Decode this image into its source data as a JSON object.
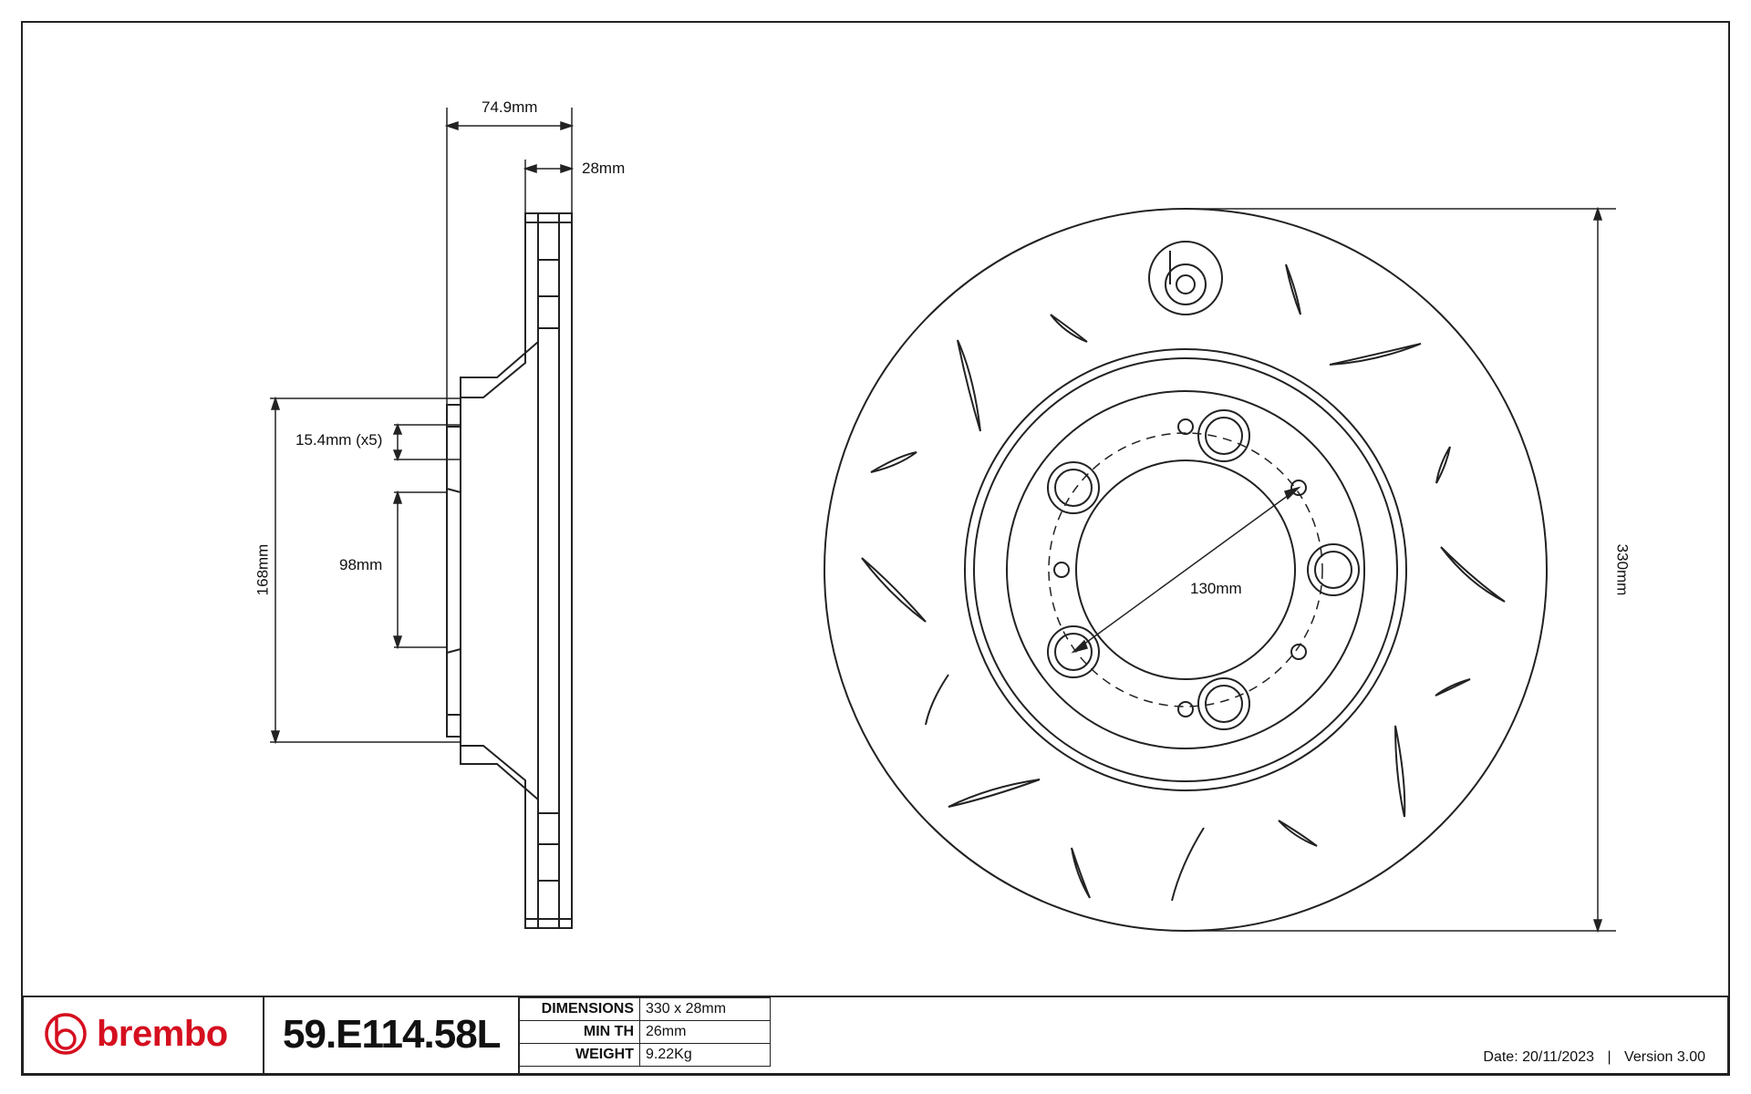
{
  "dimensions": {
    "overall_width": "74.9mm",
    "thickness": "28mm",
    "bolt_hole": "15.4mm (x5)",
    "center_bore": "98mm",
    "hat_diameter": "168mm",
    "bolt_circle": "130mm",
    "outer_diameter": "330mm"
  },
  "title_block": {
    "brand": "brembo",
    "part_number": "59.E114.58L",
    "specs": [
      {
        "label": "DIMENSIONS",
        "value": "330 x 28mm"
      },
      {
        "label": "MIN TH",
        "value": "26mm"
      },
      {
        "label": "WEIGHT",
        "value": "9.22Kg"
      }
    ],
    "date": "Date: 20/11/2023",
    "separator": "|",
    "version": "Version 3.00"
  },
  "colors": {
    "brand_red": "#d50f1f",
    "line": "#222222"
  }
}
